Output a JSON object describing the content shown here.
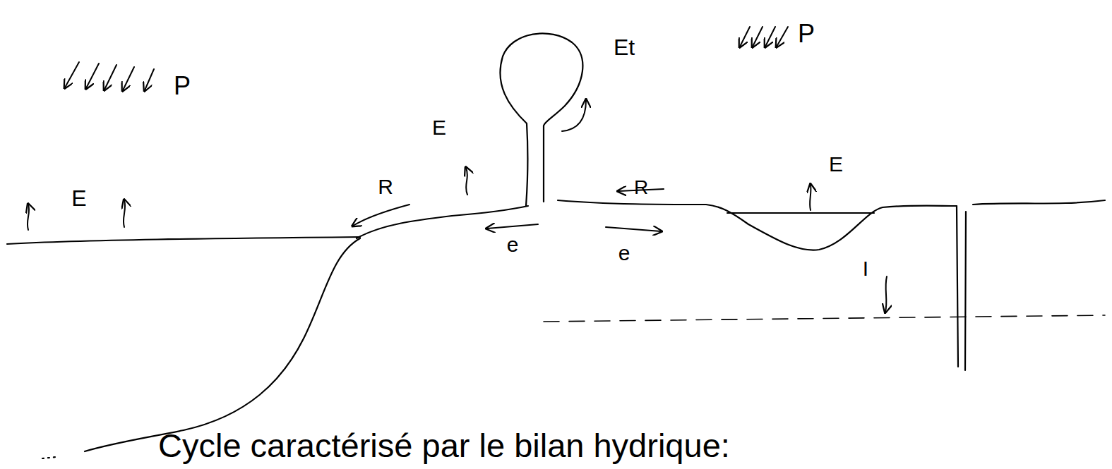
{
  "diagram": {
    "caption": "Cycle caractérisé par le bilan hydrique:",
    "labels": [
      "P",
      "E",
      "R",
      "E",
      "e",
      "Et",
      "P",
      "R",
      "E",
      "e",
      "I"
    ]
  }
}
